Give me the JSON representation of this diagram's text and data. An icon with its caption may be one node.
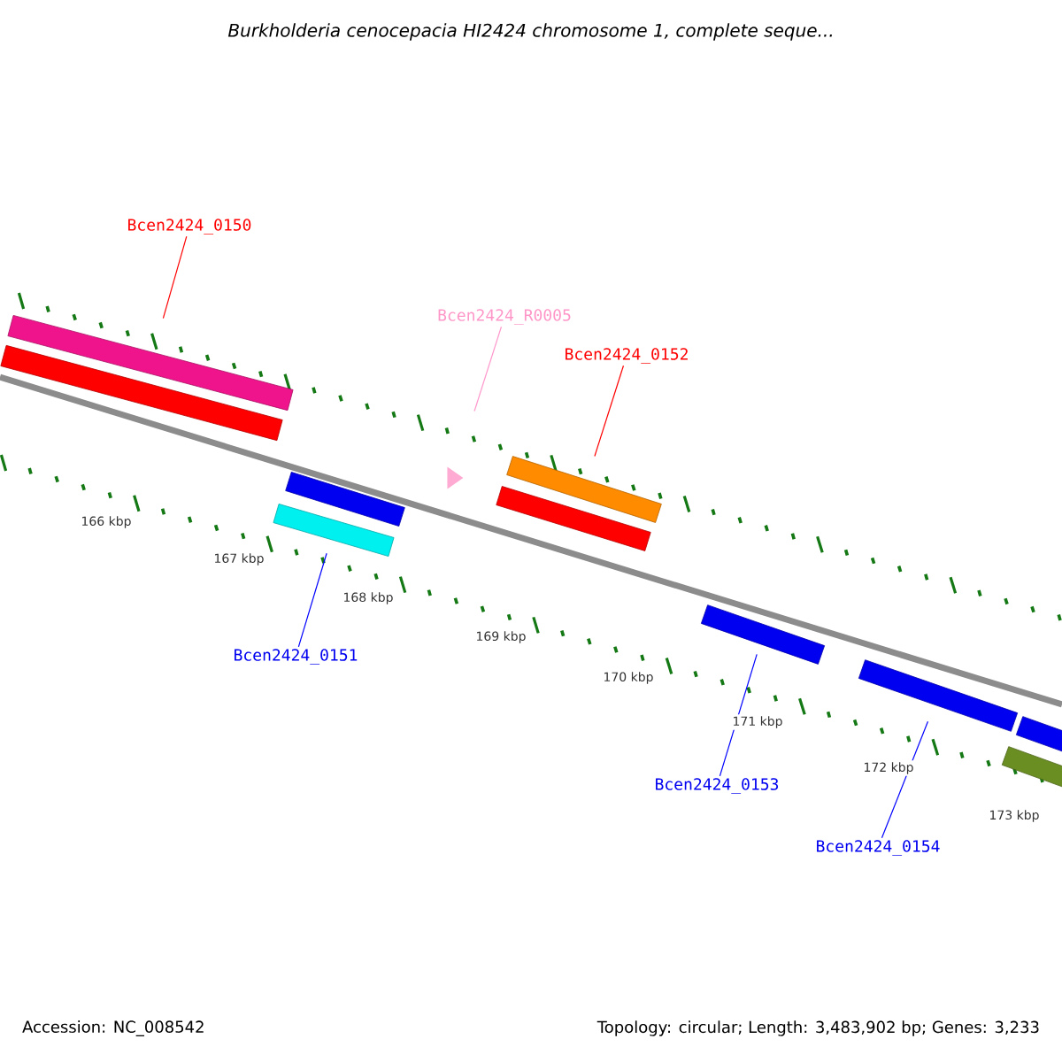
{
  "diagram": {
    "title": "Burkholderia cenocepacia HI2424 chromosome 1, complete seque...",
    "nodes": [
      {
        "text": [
          "Bcen2424_0150"
        ]
      },
      {
        "text": [],
        "shape": "bar"
      },
      {
        "text": [
          "Bcen2424_R0005"
        ]
      },
      {
        "text": [],
        "shape": "triangle"
      },
      {
        "text": [
          "Bcen2424_0152"
        ]
      },
      {
        "text": [],
        "shape": "bar"
      },
      {
        "text": [],
        "shape": "bar"
      },
      {
        "text": [
          "Bcen2424_0151"
        ]
      },
      {
        "text": [],
        "shape": "bar"
      },
      {
        "text": [
          "Bcen2424_0153"
        ]
      },
      {
        "text": [],
        "shape": "bar"
      },
      {
        "text": [
          "Bcen2424_0154"
        ]
      },
      {
        "text": [],
        "shape": "bar"
      },
      {
        "text": [],
        "shape": "bar"
      },
      {
        "text": [],
        "shape": "bar"
      },
      {
        "text": [],
        "shape": "bar"
      },
      {
        "text": [],
        "shape": "bar"
      }
    ],
    "edges": [
      {
        "from": 0,
        "to": 1,
        "arrow": "none",
        "color": "#ff0000"
      },
      {
        "from": 2,
        "to": 3,
        "arrow": "none",
        "color": "#ff99cc"
      },
      {
        "from": 4,
        "to": 5,
        "arrow": "none",
        "color": "#ff0000"
      },
      {
        "from": 7,
        "to": 6,
        "arrow": "none",
        "color": "#0000ff"
      },
      {
        "from": 9,
        "to": 8,
        "arrow": "none",
        "color": "#0000ff"
      },
      {
        "from": 11,
        "to": 10,
        "arrow": "none",
        "color": "#0000ff"
      }
    ],
    "labels": [
      "166 kbp",
      "167 kbp",
      "168 kbp",
      "169 kbp",
      "170 kbp",
      "171 kbp",
      "172 kbp",
      "173 kbp",
      "Accession: NC_008542",
      "Topology: circular; Length: 3,483,902 bp; Genes: 3,233"
    ]
  }
}
